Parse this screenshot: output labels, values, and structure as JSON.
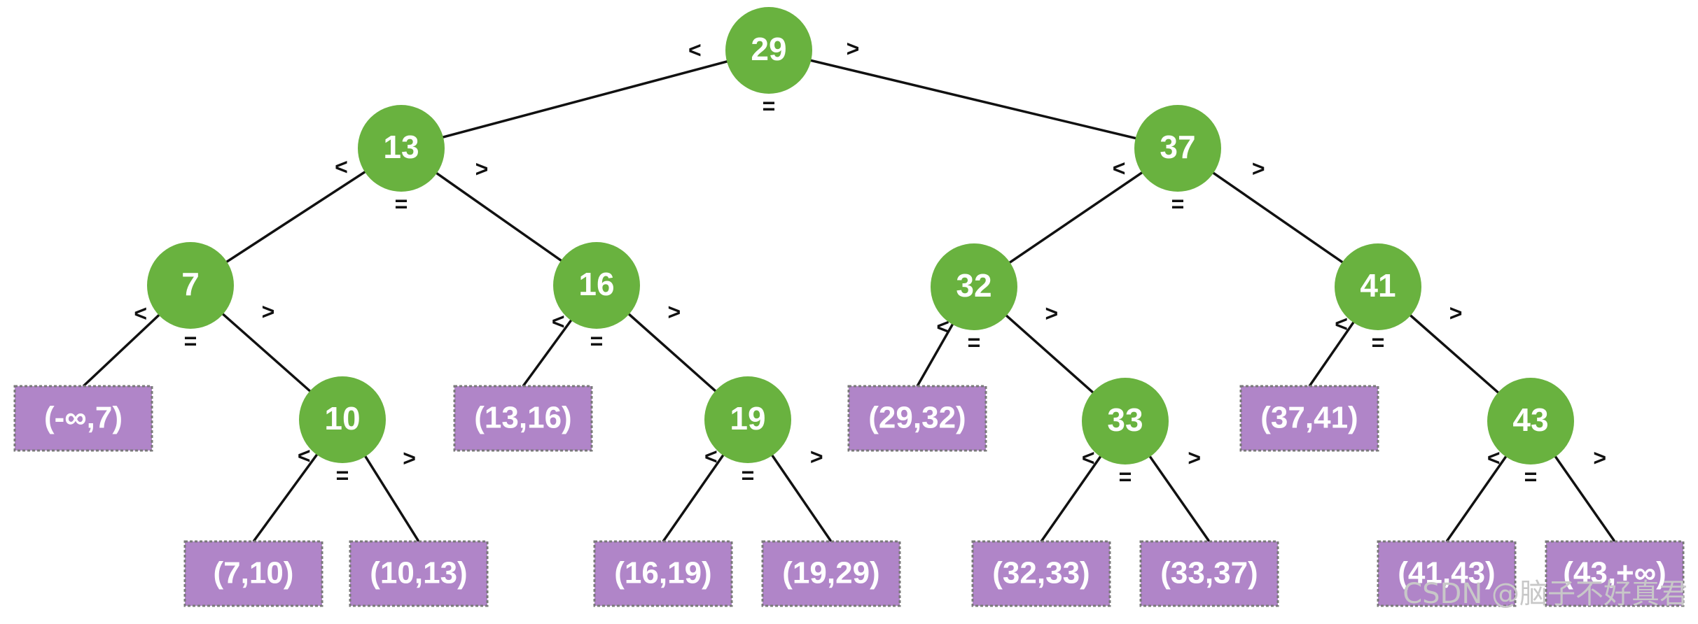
{
  "nodes": [
    {
      "id": "n29",
      "label": "29"
    },
    {
      "id": "n13",
      "label": "13"
    },
    {
      "id": "n37",
      "label": "37"
    },
    {
      "id": "n7",
      "label": "7"
    },
    {
      "id": "n16",
      "label": "16"
    },
    {
      "id": "n32",
      "label": "32"
    },
    {
      "id": "n41",
      "label": "41"
    },
    {
      "id": "n10",
      "label": "10"
    },
    {
      "id": "n19",
      "label": "19"
    },
    {
      "id": "n33",
      "label": "33"
    },
    {
      "id": "n43",
      "label": "43"
    }
  ],
  "leaves": [
    {
      "id": "l-inf-7",
      "label": "(-∞,7)"
    },
    {
      "id": "l-7-10",
      "label": "(7,10)"
    },
    {
      "id": "l-10-13",
      "label": "(10,13)"
    },
    {
      "id": "l-13-16",
      "label": "(13,16)"
    },
    {
      "id": "l-16-19",
      "label": "(16,19)"
    },
    {
      "id": "l-19-29",
      "label": "(19,29)"
    },
    {
      "id": "l-29-32",
      "label": "(29,32)"
    },
    {
      "id": "l-32-33",
      "label": "(32,33)"
    },
    {
      "id": "l-33-37",
      "label": "(33,37)"
    },
    {
      "id": "l-37-41",
      "label": "(37,41)"
    },
    {
      "id": "l-41-43",
      "label": "(41,43)"
    },
    {
      "id": "l-43-inf",
      "label": "(43,+∞)"
    }
  ],
  "edges": [
    {
      "from": "n29",
      "to": "n13",
      "op": "<"
    },
    {
      "from": "n29",
      "to": "n37",
      "op": ">"
    },
    {
      "from": "n13",
      "to": "n7",
      "op": "<"
    },
    {
      "from": "n13",
      "to": "n16",
      "op": ">"
    },
    {
      "from": "n37",
      "to": "n32",
      "op": "<"
    },
    {
      "from": "n37",
      "to": "n41",
      "op": ">"
    },
    {
      "from": "n7",
      "to": "l-inf-7",
      "op": "<"
    },
    {
      "from": "n7",
      "to": "n10",
      "op": ">"
    },
    {
      "from": "n16",
      "to": "l-13-16",
      "op": "<"
    },
    {
      "from": "n16",
      "to": "n19",
      "op": ">"
    },
    {
      "from": "n32",
      "to": "l-29-32",
      "op": "<"
    },
    {
      "from": "n32",
      "to": "n33",
      "op": ">"
    },
    {
      "from": "n41",
      "to": "l-37-41",
      "op": "<"
    },
    {
      "from": "n41",
      "to": "n43",
      "op": ">"
    },
    {
      "from": "n10",
      "to": "l-7-10",
      "op": "<"
    },
    {
      "from": "n10",
      "to": "l-10-13",
      "op": ">"
    },
    {
      "from": "n19",
      "to": "l-16-19",
      "op": "<"
    },
    {
      "from": "n19",
      "to": "l-19-29",
      "op": ">"
    },
    {
      "from": "n33",
      "to": "l-32-33",
      "op": "<"
    },
    {
      "from": "n33",
      "to": "l-33-37",
      "op": ">"
    },
    {
      "from": "n43",
      "to": "l-41-43",
      "op": "<"
    },
    {
      "from": "n43",
      "to": "l-43-inf",
      "op": ">"
    }
  ],
  "equals_marks": [
    "n29",
    "n13",
    "n37",
    "n7",
    "n16",
    "n32",
    "n41",
    "n10",
    "n19",
    "n33",
    "n43"
  ],
  "equals_symbol": "=",
  "colors": {
    "node": "#69b23f",
    "leaf": "#b085c8",
    "edge": "#111111"
  },
  "watermark": "CSDN @脑子不好真君"
}
